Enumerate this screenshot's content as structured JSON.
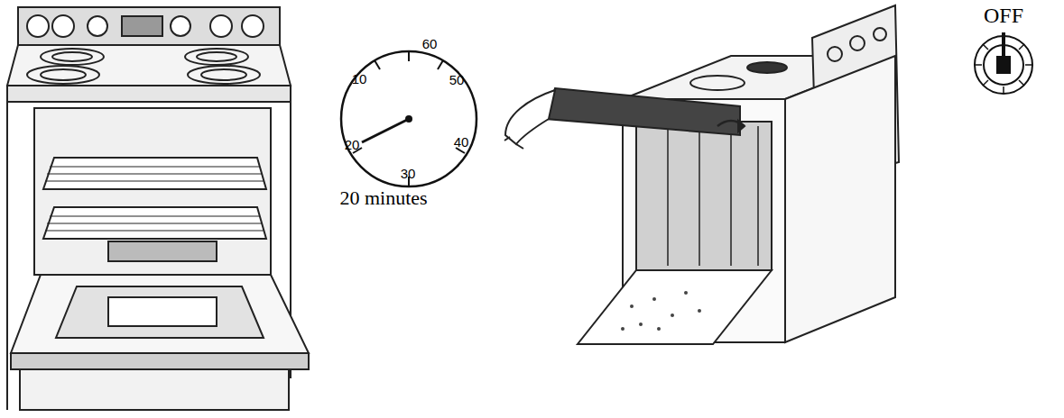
{
  "diagram": {
    "labels": [
      "60",
      "10",
      "50",
      "40",
      "20",
      "30",
      "20 minutes",
      "OFF"
    ]
  }
}
